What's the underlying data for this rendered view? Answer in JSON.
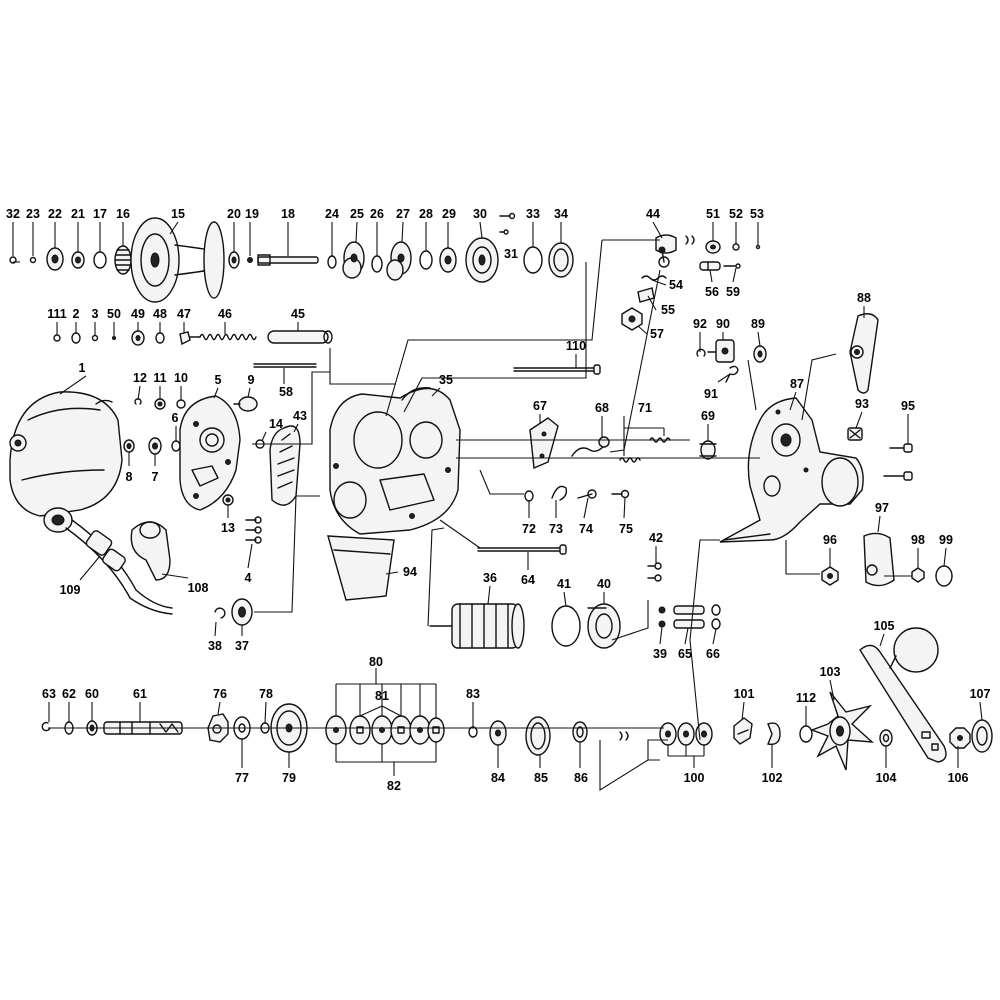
{
  "colors": {
    "line": "#111111",
    "background": "#ffffff"
  },
  "labels": [
    {
      "id": "p32",
      "text": "32"
    },
    {
      "id": "p23",
      "text": "23"
    },
    {
      "id": "p22",
      "text": "22"
    },
    {
      "id": "p21",
      "text": "21"
    },
    {
      "id": "p17",
      "text": "17"
    },
    {
      "id": "p16",
      "text": "16"
    },
    {
      "id": "p15",
      "text": "15"
    },
    {
      "id": "p20",
      "text": "20"
    },
    {
      "id": "p19",
      "text": "19"
    },
    {
      "id": "p18",
      "text": "18"
    },
    {
      "id": "p24",
      "text": "24"
    },
    {
      "id": "p25",
      "text": "25"
    },
    {
      "id": "p26",
      "text": "26"
    },
    {
      "id": "p27",
      "text": "27"
    },
    {
      "id": "p28",
      "text": "28"
    },
    {
      "id": "p29",
      "text": "29"
    },
    {
      "id": "p30",
      "text": "30"
    },
    {
      "id": "p31",
      "text": "31"
    },
    {
      "id": "p33",
      "text": "33"
    },
    {
      "id": "p34",
      "text": "34"
    },
    {
      "id": "p44",
      "text": "44"
    },
    {
      "id": "p51",
      "text": "51"
    },
    {
      "id": "p52",
      "text": "52"
    },
    {
      "id": "p53",
      "text": "53"
    },
    {
      "id": "p54",
      "text": "54"
    },
    {
      "id": "p55",
      "text": "55"
    },
    {
      "id": "p56",
      "text": "56"
    },
    {
      "id": "p59",
      "text": "59"
    },
    {
      "id": "p57",
      "text": "57"
    },
    {
      "id": "p111",
      "text": "111"
    },
    {
      "id": "p2",
      "text": "2"
    },
    {
      "id": "p3",
      "text": "3"
    },
    {
      "id": "p50",
      "text": "50"
    },
    {
      "id": "p49",
      "text": "49"
    },
    {
      "id": "p48",
      "text": "48"
    },
    {
      "id": "p47",
      "text": "47"
    },
    {
      "id": "p46",
      "text": "46"
    },
    {
      "id": "p45",
      "text": "45"
    },
    {
      "id": "p88",
      "text": "88"
    },
    {
      "id": "p92",
      "text": "92"
    },
    {
      "id": "p90",
      "text": "90"
    },
    {
      "id": "p89",
      "text": "89"
    },
    {
      "id": "p91",
      "text": "91"
    },
    {
      "id": "p110",
      "text": "110"
    },
    {
      "id": "p1",
      "text": "1"
    },
    {
      "id": "p12",
      "text": "12"
    },
    {
      "id": "p11",
      "text": "11"
    },
    {
      "id": "p10",
      "text": "10"
    },
    {
      "id": "p5",
      "text": "5"
    },
    {
      "id": "p9",
      "text": "9"
    },
    {
      "id": "p58",
      "text": "58"
    },
    {
      "id": "p35",
      "text": "35"
    },
    {
      "id": "p67",
      "text": "67"
    },
    {
      "id": "p68",
      "text": "68"
    },
    {
      "id": "p71",
      "text": "71"
    },
    {
      "id": "p69",
      "text": "69"
    },
    {
      "id": "p87",
      "text": "87"
    },
    {
      "id": "p93",
      "text": "93"
    },
    {
      "id": "p95",
      "text": "95"
    },
    {
      "id": "p6",
      "text": "6"
    },
    {
      "id": "p14",
      "text": "14"
    },
    {
      "id": "p43",
      "text": "43"
    },
    {
      "id": "p8",
      "text": "8"
    },
    {
      "id": "p7",
      "text": "7"
    },
    {
      "id": "p13",
      "text": "13"
    },
    {
      "id": "p72",
      "text": "72"
    },
    {
      "id": "p73",
      "text": "73"
    },
    {
      "id": "p74",
      "text": "74"
    },
    {
      "id": "p75",
      "text": "75"
    },
    {
      "id": "p97",
      "text": "97"
    },
    {
      "id": "p42",
      "text": "42"
    },
    {
      "id": "p4",
      "text": "4"
    },
    {
      "id": "p109",
      "text": "109"
    },
    {
      "id": "p108",
      "text": "108"
    },
    {
      "id": "p64",
      "text": "64"
    },
    {
      "id": "p94",
      "text": "94"
    },
    {
      "id": "p96",
      "text": "96"
    },
    {
      "id": "p98",
      "text": "98"
    },
    {
      "id": "p99",
      "text": "99"
    },
    {
      "id": "p36",
      "text": "36"
    },
    {
      "id": "p41",
      "text": "41"
    },
    {
      "id": "p40",
      "text": "40"
    },
    {
      "id": "p38",
      "text": "38"
    },
    {
      "id": "p37",
      "text": "37"
    },
    {
      "id": "p39",
      "text": "39"
    },
    {
      "id": "p65",
      "text": "65"
    },
    {
      "id": "p66",
      "text": "66"
    },
    {
      "id": "p105",
      "text": "105"
    },
    {
      "id": "p80",
      "text": "80"
    },
    {
      "id": "p63",
      "text": "63"
    },
    {
      "id": "p62",
      "text": "62"
    },
    {
      "id": "p60",
      "text": "60"
    },
    {
      "id": "p61",
      "text": "61"
    },
    {
      "id": "p76",
      "text": "76"
    },
    {
      "id": "p78",
      "text": "78"
    },
    {
      "id": "p81",
      "text": "81"
    },
    {
      "id": "p83",
      "text": "83"
    },
    {
      "id": "p101",
      "text": "101"
    },
    {
      "id": "p112",
      "text": "112"
    },
    {
      "id": "p103",
      "text": "103"
    },
    {
      "id": "p107",
      "text": "107"
    },
    {
      "id": "p77",
      "text": "77"
    },
    {
      "id": "p79",
      "text": "79"
    },
    {
      "id": "p82",
      "text": "82"
    },
    {
      "id": "p84",
      "text": "84"
    },
    {
      "id": "p85",
      "text": "85"
    },
    {
      "id": "p86",
      "text": "86"
    },
    {
      "id": "p100",
      "text": "100"
    },
    {
      "id": "p102",
      "text": "102"
    },
    {
      "id": "p104",
      "text": "104"
    },
    {
      "id": "p106",
      "text": "106"
    }
  ]
}
